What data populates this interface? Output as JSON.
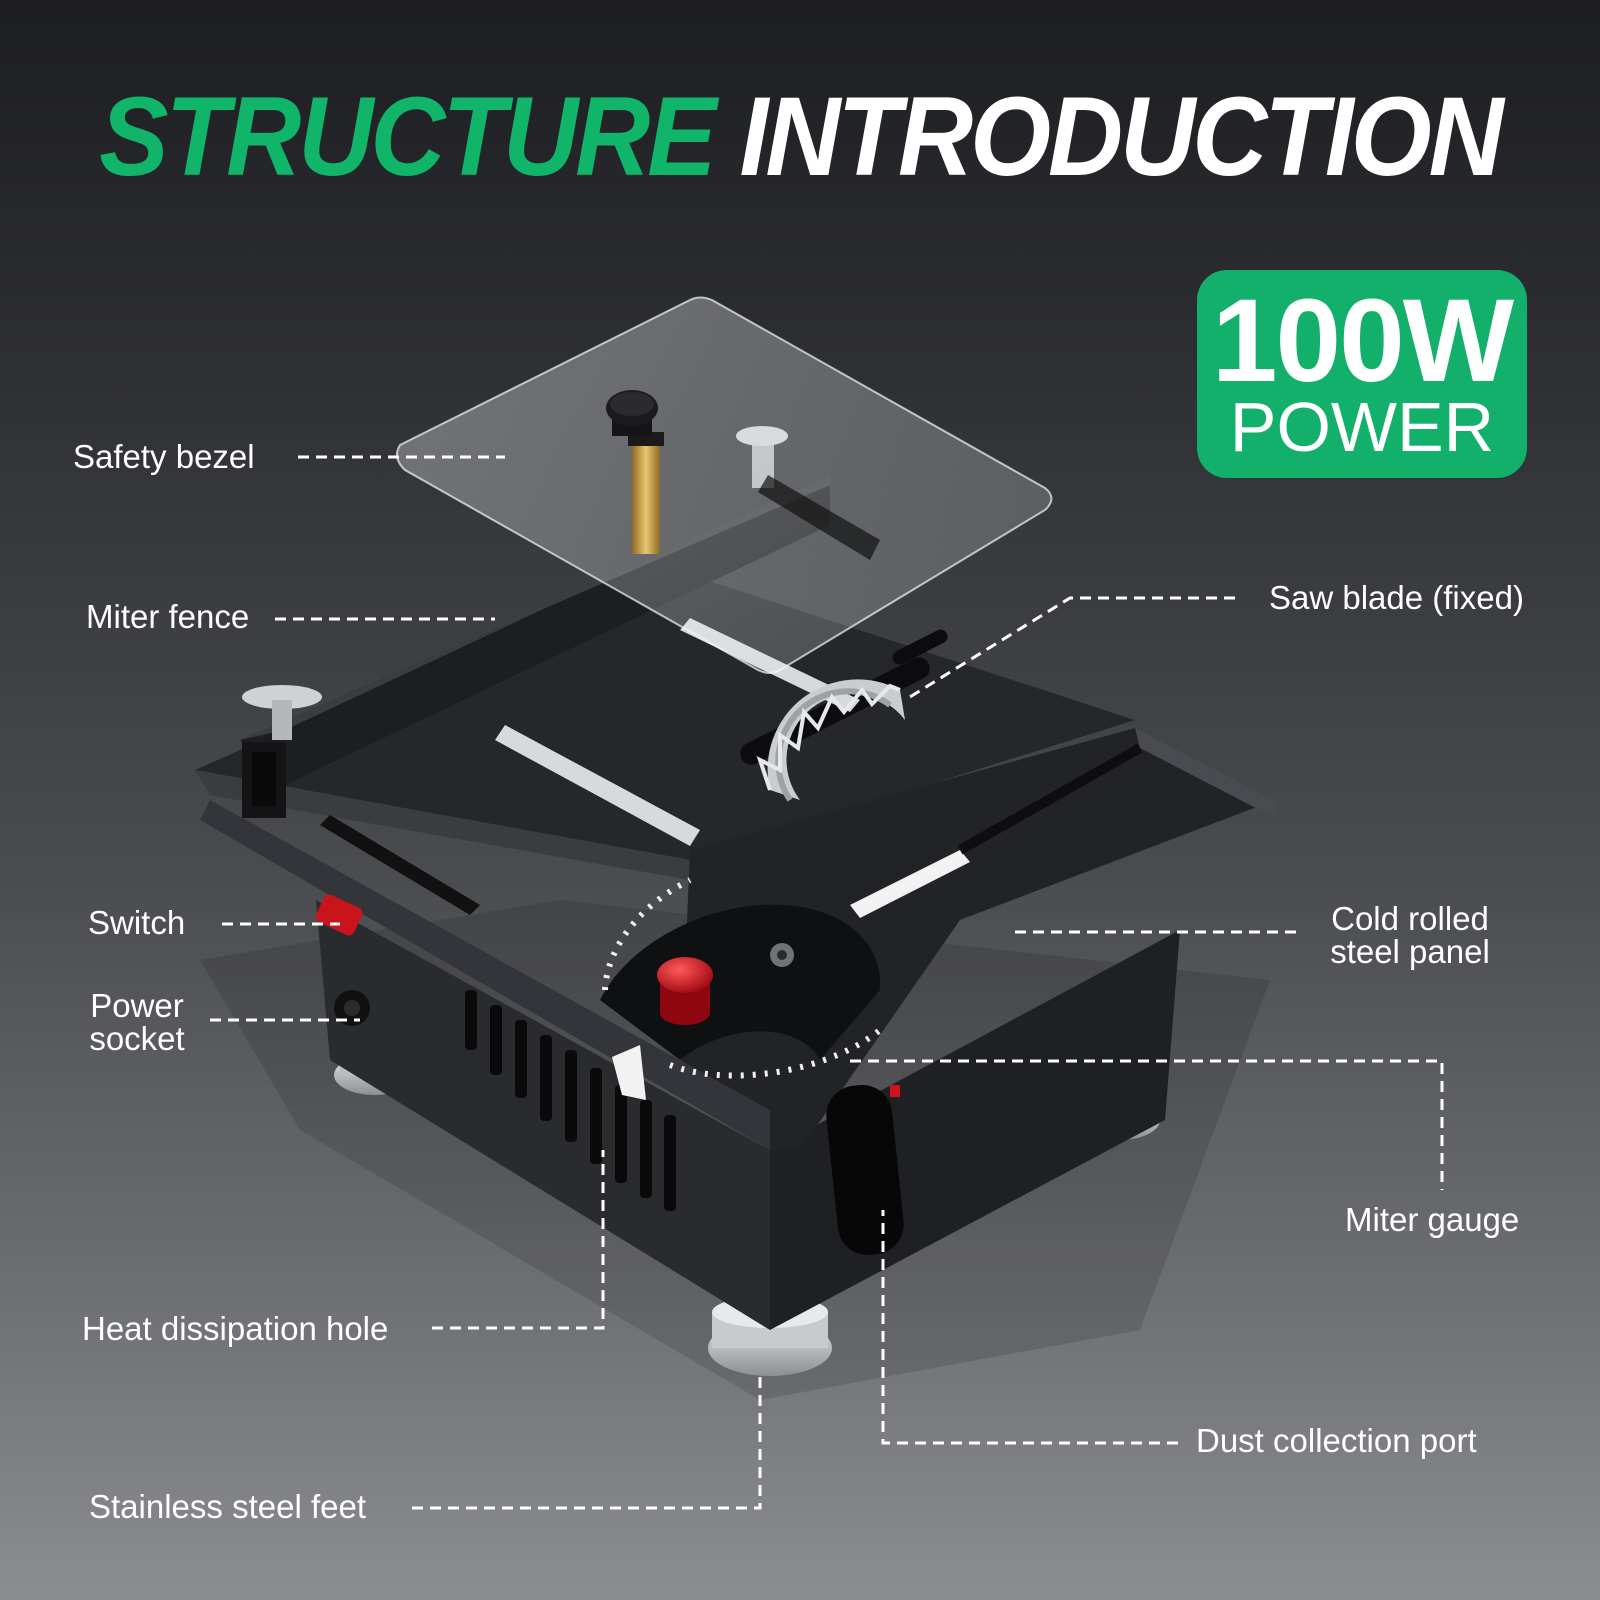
{
  "title": {
    "part1": "STRUCTURE",
    "part2": "INTRODUCTION"
  },
  "badge": {
    "value": "100W",
    "unit": "POWER"
  },
  "labels": {
    "safety_bezel": "Safety bezel",
    "miter_fence": "Miter fence",
    "saw_blade": "Saw blade (fixed)",
    "switch": "Switch",
    "power_socket": {
      "line1": "Power",
      "line2": "socket"
    },
    "cold_rolled": {
      "line1": "Cold rolled",
      "line2": "steel panel"
    },
    "miter_gauge": "Miter gauge",
    "heat_hole": "Heat dissipation hole",
    "dust_port": "Dust collection port",
    "feet": "Stainless steel feet"
  },
  "colors": {
    "accent": "#12b06a",
    "knob_red": "#d0121c",
    "body": "#202124"
  }
}
